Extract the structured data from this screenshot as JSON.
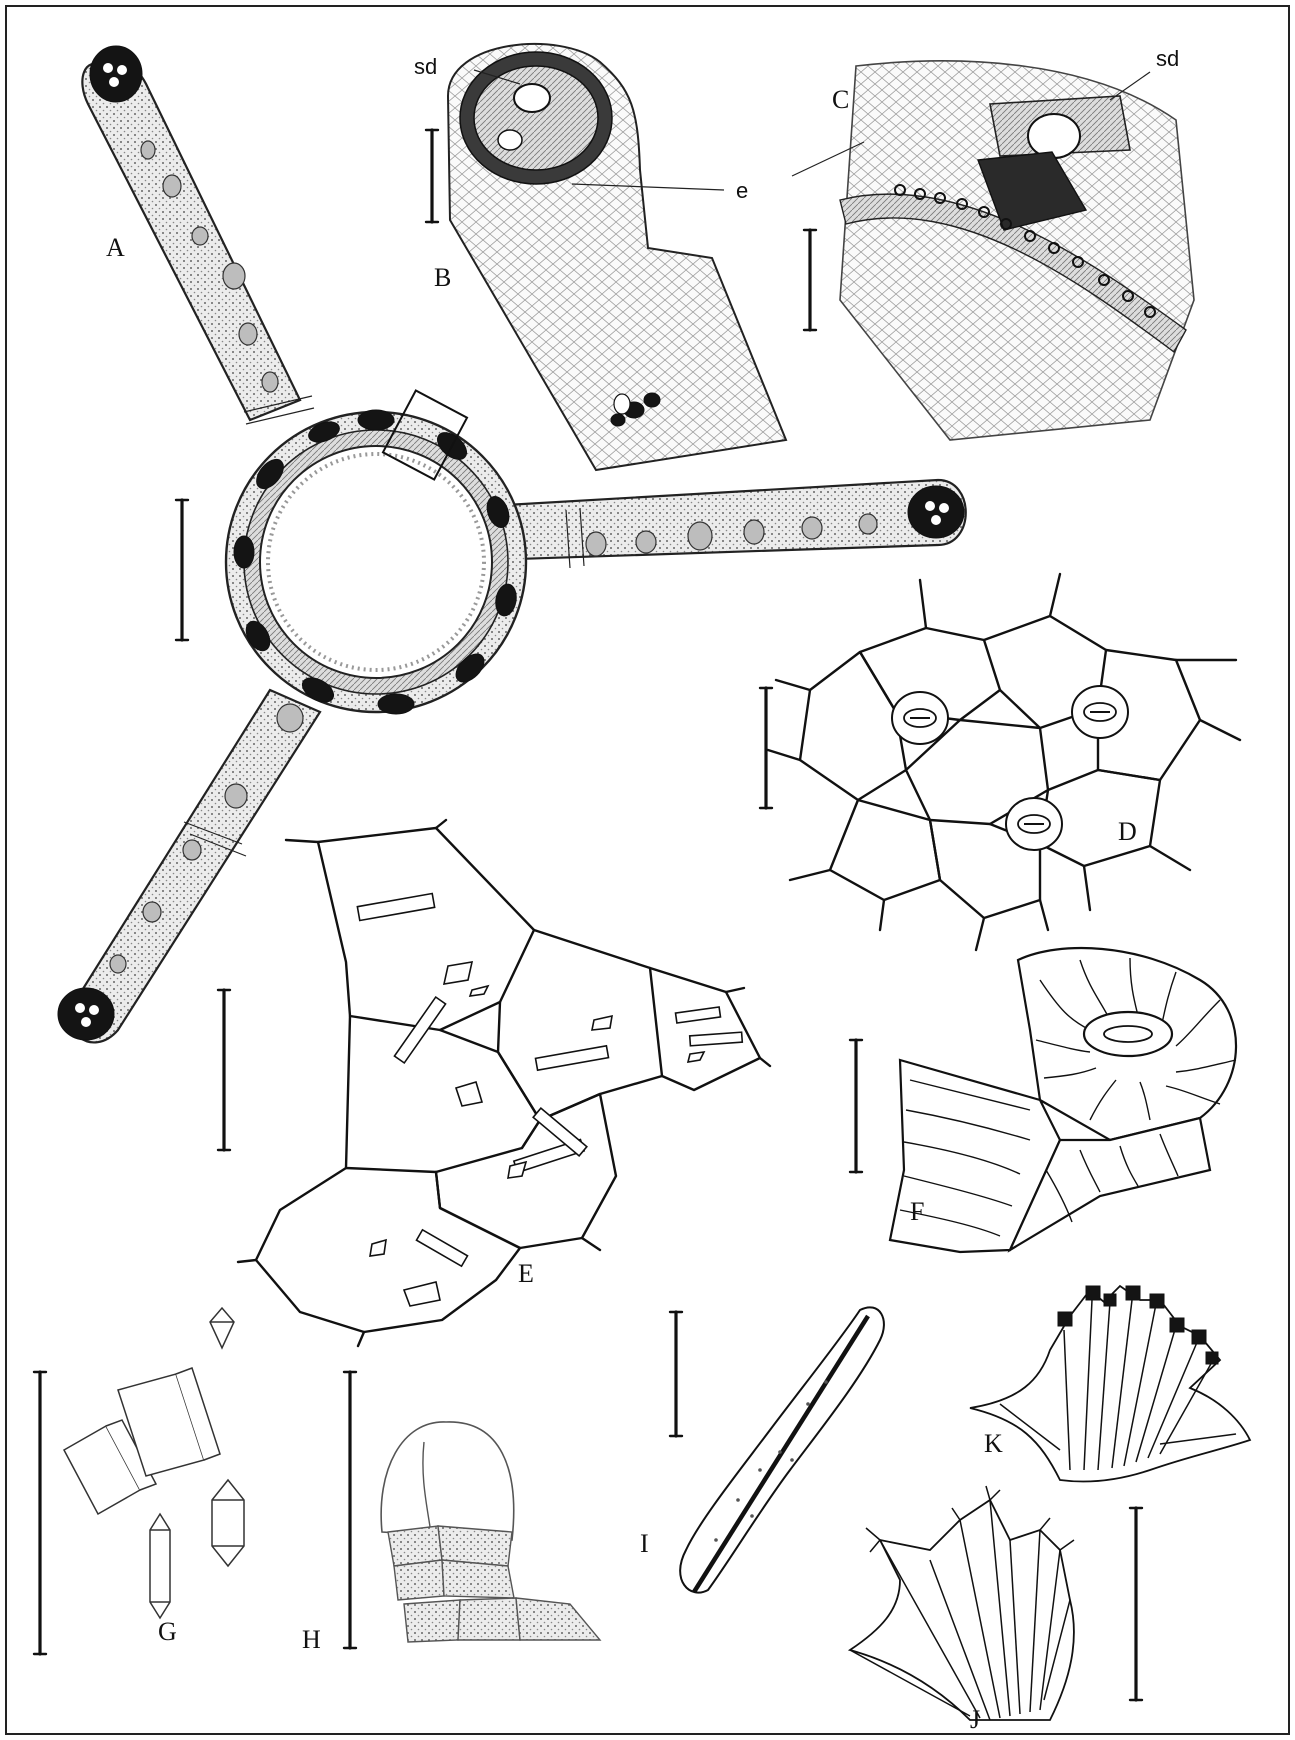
{
  "panels": {
    "A": "A",
    "B": "B",
    "C": "C",
    "D": "D",
    "E": "E",
    "F": "F",
    "G": "G",
    "H": "H",
    "I": "I",
    "J": "J",
    "K": "K"
  },
  "annotations": {
    "sd_b": "sd",
    "sd_c": "sd",
    "e": "e"
  }
}
